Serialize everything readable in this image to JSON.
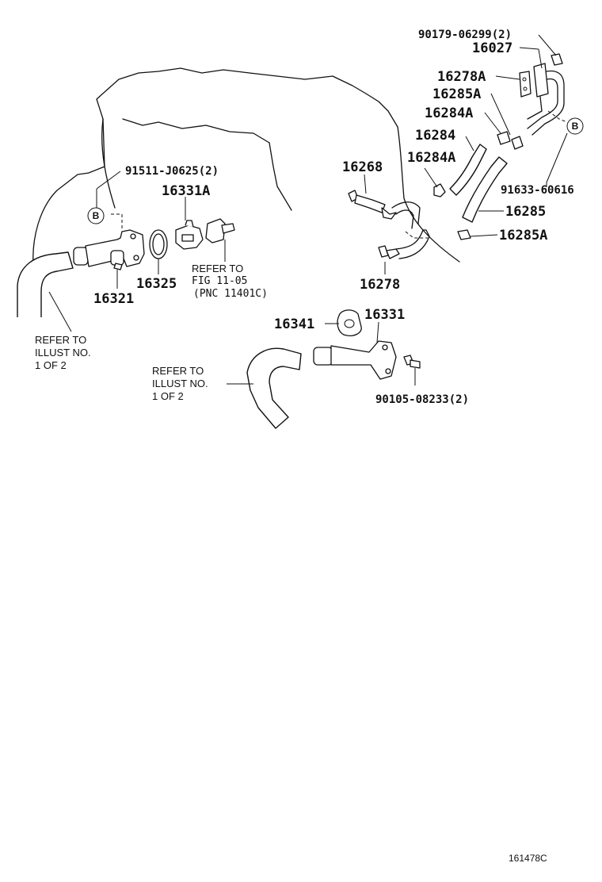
{
  "diagram": {
    "part_labels": {
      "p90179": "90179-06299(2)",
      "p16027": "16027",
      "p16278a": "16278A",
      "p16285a_top": "16285A",
      "p16284a_top": "16284A",
      "p16284": "16284",
      "p16284a_mid": "16284A",
      "p16268": "16268",
      "p91633": "91633-60616",
      "p16285": "16285",
      "p16285a_bot": "16285A",
      "p16278": "16278",
      "p91511": "91511-J0625(2)",
      "p16331a": "16331A",
      "p16325": "16325",
      "p16321": "16321",
      "p16341": "16341",
      "p16331": "16331",
      "p90105": "90105-08233(2)"
    },
    "notes": {
      "fig_ref": [
        "REFER TO",
        "FIG 11-05",
        "(PNC 11401C)"
      ],
      "illust_left": [
        "REFER TO",
        "ILLUST NO.",
        "1 OF 2"
      ],
      "illust_mid": [
        "REFER TO",
        "ILLUST NO.",
        "1 OF 2"
      ]
    },
    "ref_marks": {
      "left": "B",
      "right": "B"
    },
    "illustration_id": "161478C"
  }
}
